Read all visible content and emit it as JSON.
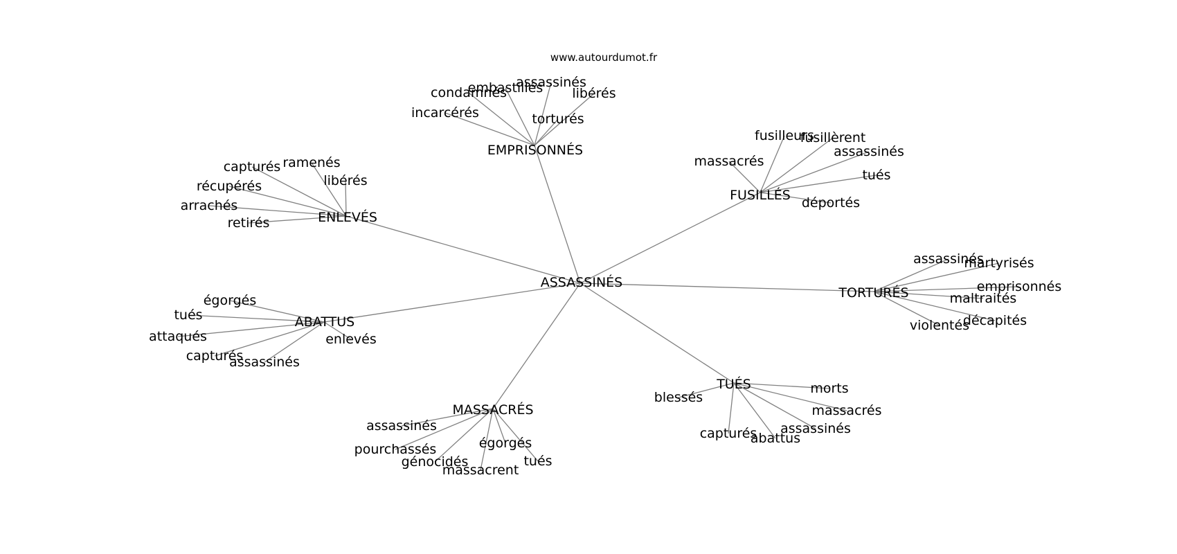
{
  "watermark": "www.autourdumot.fr",
  "styles": {
    "edge_color": "#808080",
    "text_color": "#000000",
    "background": "#ffffff"
  },
  "graph": {
    "center": "ASSASSINÉS",
    "hubs": [
      {
        "id": "emprisonnes",
        "label": "EMPRISONNÉS",
        "leaves": [
          "condamnés",
          "embastillés",
          "assassinés",
          "libérés",
          "torturés",
          "incarcérés"
        ]
      },
      {
        "id": "fusilles",
        "label": "FUSILLÉS",
        "leaves": [
          "fusilleurs",
          "fusillèrent",
          "assassinés",
          "tués",
          "déportés",
          "massacrés"
        ]
      },
      {
        "id": "enleves",
        "label": "ENLEVÉS",
        "leaves": [
          "capturés",
          "ramenés",
          "libérés",
          "récupérés",
          "arrachés",
          "retirés"
        ]
      },
      {
        "id": "tortures",
        "label": "TORTURÉS",
        "leaves": [
          "assassinés",
          "martyrisés",
          "emprisonnés",
          "maltraités",
          "décapités",
          "violentés"
        ]
      },
      {
        "id": "abattus",
        "label": "ABATTUS",
        "leaves": [
          "égorgés",
          "tués",
          "attaqués",
          "capturés",
          "assassinés",
          "enlevés"
        ]
      },
      {
        "id": "tues",
        "label": "TUÉS",
        "leaves": [
          "blessés",
          "morts",
          "massacrés",
          "capturés",
          "assassinés",
          "abattus"
        ]
      },
      {
        "id": "massacres",
        "label": "MASSACRÉS",
        "leaves": [
          "assassinés",
          "pourchassés",
          "égorgés",
          "génocidés",
          "massacrent",
          "tués"
        ]
      }
    ]
  }
}
